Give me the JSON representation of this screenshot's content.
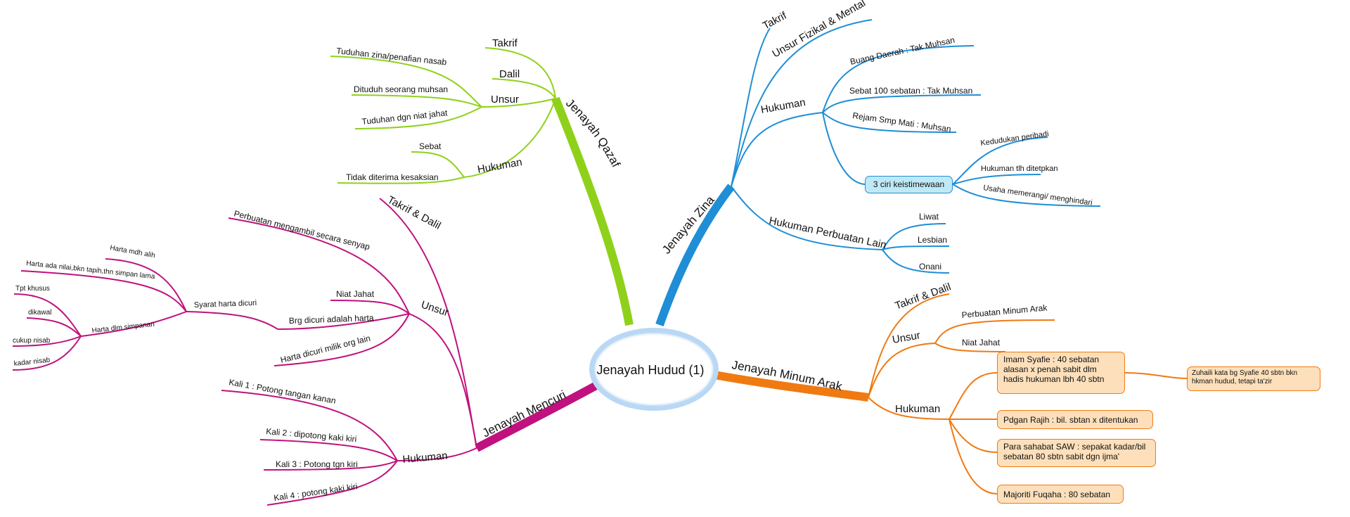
{
  "center": {
    "title": "Jenayah Hudud (1)"
  },
  "colors": {
    "qazaf": "#8fd11a",
    "zina": "#1f8ed6",
    "arak": "#f07a12",
    "mencuri": "#c0117e",
    "center_ring": "#b9d8f5"
  },
  "qazaf": {
    "title": "Jenayah Qazaf",
    "takrif": "Takrif",
    "dalil": "Dalil",
    "unsur": "Unsur",
    "unsur_items": [
      "Tuduhan zina/penafian nasab",
      "Dituduh seorang muhsan",
      "Tuduhan dgn niat jahat"
    ],
    "hukuman": "Hukuman",
    "hukuman_items": [
      "Sebat",
      "Tidak diterima kesaksian"
    ]
  },
  "zina": {
    "title": "Jenayah Zina",
    "takrif": "Takrif",
    "unsur": "Unsur Fizikal & Mental",
    "hukuman": "Hukuman",
    "hukuman_items": [
      "Buang Daerah : Tak Muhsan",
      "Sebat 100 sebatan : Tak Muhsan",
      "Rejam Smp Mati : Muhsan"
    ],
    "ciri_box": "3 ciri keistimewaan",
    "ciri_items": [
      "Kedudukan peribadi",
      "Hukuman tlh ditetpkan",
      "Usaha memerangi/ menghindari"
    ],
    "lain": "Hukuman Perbuatan Lain",
    "lain_items": [
      "Liwat",
      "Lesbian",
      "Onani"
    ]
  },
  "arak": {
    "title": "Jenayah Minum Arak",
    "takrif": "Takrif & Dalil",
    "unsur": "Unsur",
    "unsur_items": [
      "Perbuatan Minum Arak",
      "Niat Jahat"
    ],
    "hukuman": "Hukuman",
    "boxes": [
      "Imam Syafie : 40 sebatan alasan x penah sabit dlm hadis hukuman lbh 40 sbtn",
      "Pdgan Rajih : bil. sbtan x ditentukan",
      "Para sahabat SAW : sepakat kadar/bil sebatan 80 sbtn sabit dgn ijma'",
      "Majoriti Fuqaha : 80 sebatan"
    ],
    "side_box": "Zuhaili kata bg Syafie 40 sbtn bkn hkman hudud, tetapi ta'zir"
  },
  "mencuri": {
    "title": "Jenayah Mencuri",
    "takrif": "Takrif & Dalil",
    "unsur": "Unsur",
    "unsur_items": [
      "Perbuatan mengambil secara senyap",
      "Niat Jahat",
      "Brg dicuri adalah harta",
      "Harta dicuri milik org lain"
    ],
    "syarat": "Syarat harta dicuri",
    "syarat_items": [
      "Harta mdh alih",
      "Harta ada nilai,bkn tapih,thn simpan lama"
    ],
    "simpanan": "Harta dlm simpanan",
    "simpanan_items": [
      "Tpt khusus",
      "dikawal",
      "cukup nisab",
      "kadar nisab"
    ],
    "hukuman": "Hukuman",
    "hukuman_items": [
      "Kali 1 : Potong tangan kanan",
      "Kali 2 : dipotong kaki kiri",
      "Kali 3 : Potong tgn kiri",
      "Kali 4 : potong kaki kiri"
    ]
  }
}
